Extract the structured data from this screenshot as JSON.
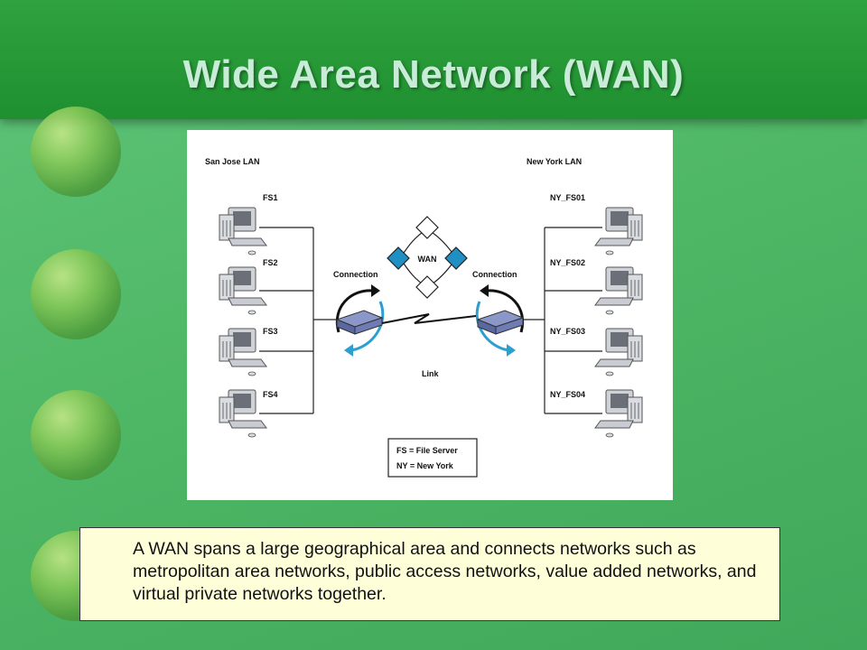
{
  "slide": {
    "title": "Wide Area Network (WAN)",
    "caption": "A WAN spans a large geographical area and connects networks such as metropolitan area networks, public access networks, value added networks, and virtual private networks together."
  },
  "diagram": {
    "left_lan_label": "San Jose LAN",
    "right_lan_label": "New York LAN",
    "left_servers": [
      "FS1",
      "FS2",
      "FS3",
      "FS4"
    ],
    "right_servers": [
      "NY_FS01",
      "NY_FS02",
      "NY_FS03",
      "NY_FS04"
    ],
    "wan_label": "WAN",
    "left_connection_label": "Connection",
    "right_connection_label": "Connection",
    "link_label": "Link",
    "legend": [
      "FS = File Server",
      "NY = New York"
    ]
  },
  "colors": {
    "header": "#2fa33f",
    "title_text": "#c9ecd8",
    "caption_bg": "#fefed8",
    "wan_diamond": "#1f8fc4",
    "arrow_blue": "#2a9fd0"
  },
  "icons": {
    "computer": "desktop-computer-icon",
    "router": "router-icon",
    "globe": "globe-decoration"
  }
}
